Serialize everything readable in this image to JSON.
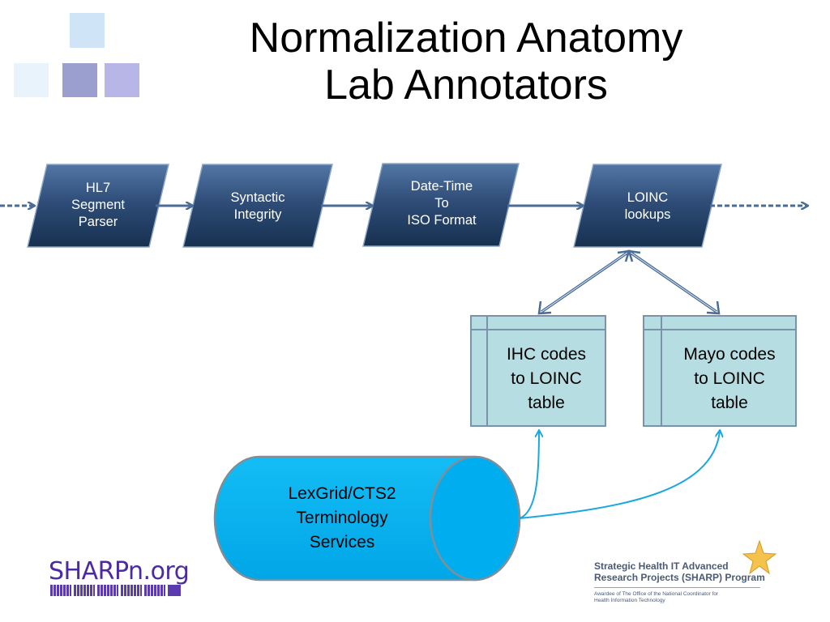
{
  "title": {
    "line1": "Normalization Anatomy",
    "line2": "Lab Annotators"
  },
  "pipeline": [
    {
      "id": "hl7",
      "label": "HL7\nSegment\nParser"
    },
    {
      "id": "syntactic",
      "label": "Syntactic\nIntegrity"
    },
    {
      "id": "datetime",
      "label": "Date-Time\nTo\nISO Format"
    },
    {
      "id": "loinc",
      "label": "LOINC\nlookups"
    }
  ],
  "tables": [
    {
      "id": "ihc",
      "label": "IHC codes\nto LOINC\ntable"
    },
    {
      "id": "mayo",
      "label": "Mayo codes\nto LOINC\ntable"
    }
  ],
  "store": {
    "label": "LexGrid/CTS2\nTerminology\nServices"
  },
  "logos": {
    "sharpn": "SHARPn.org",
    "program_line1": "Strategic Health IT Advanced",
    "program_line2": "Research Projects (SHARP) Program",
    "program_line3": "Awardee of The Office of the National Coordinator for",
    "program_line4": "Health Information Technology"
  },
  "colors": {
    "process_dark": "#1b3558",
    "process_light": "#4a6b96",
    "arrow": "#4a6c95",
    "table_fill": "#b6dde1",
    "table_stroke": "#7b93aa",
    "cylinder": "#00b0f0",
    "deco_light": "#cfe4f7",
    "deco_medium": "#9b9fd0"
  }
}
